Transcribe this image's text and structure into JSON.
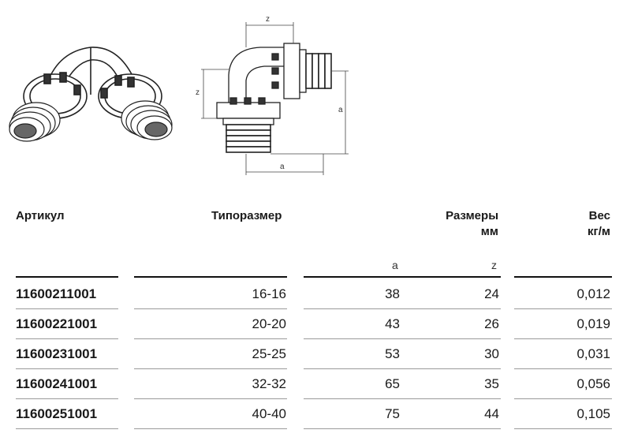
{
  "drawing": {
    "dim_z_top": "z",
    "dim_z_side": "z",
    "dim_a_right": "a",
    "dim_a_bottom": "a"
  },
  "table": {
    "headers": {
      "article": "Артикул",
      "size": "Типоразмер",
      "dims": "Размеры\nмм",
      "weight": "Вес\nкг/м"
    },
    "subheaders": {
      "a": "a",
      "z": "z"
    },
    "rows": [
      {
        "article": "11600211001",
        "size": "16-16",
        "a": "38",
        "z": "24",
        "weight": "0,012"
      },
      {
        "article": "11600221001",
        "size": "20-20",
        "a": "43",
        "z": "26",
        "weight": "0,019"
      },
      {
        "article": "11600231001",
        "size": "25-25",
        "a": "53",
        "z": "30",
        "weight": "0,031"
      },
      {
        "article": "11600241001",
        "size": "32-32",
        "a": "65",
        "z": "35",
        "weight": "0,056"
      },
      {
        "article": "11600251001",
        "size": "40-40",
        "a": "75",
        "z": "44",
        "weight": "0,105"
      }
    ]
  }
}
